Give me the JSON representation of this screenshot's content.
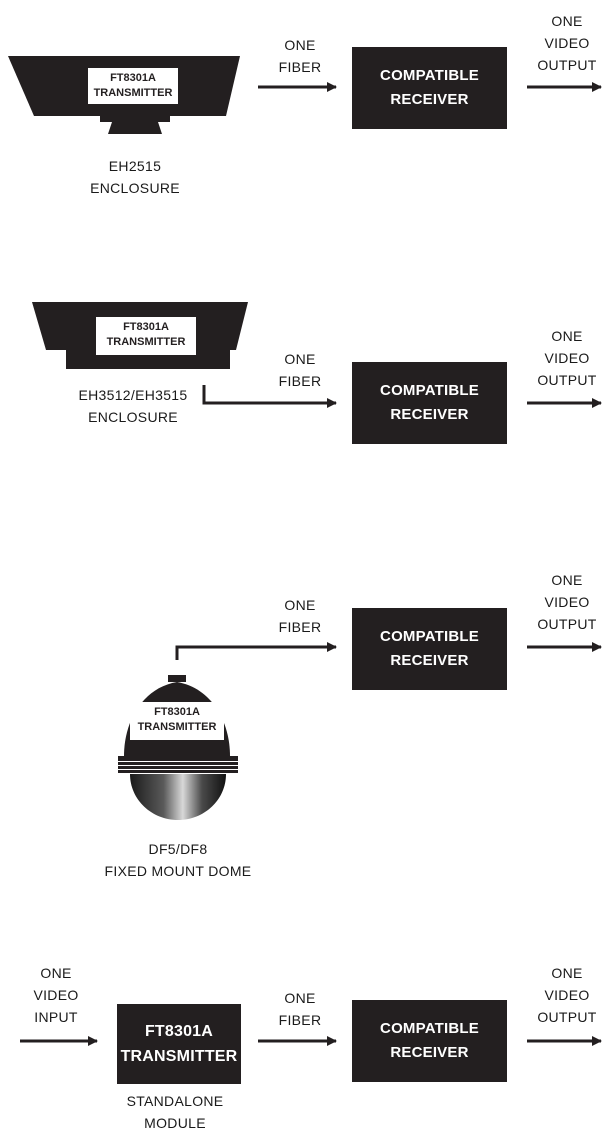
{
  "colors": {
    "ink": "#231f20",
    "paper": "#ffffff"
  },
  "rows": [
    {
      "equipment_line1": "EH2515",
      "equipment_line2": "ENCLOSURE",
      "transmitter_line1": "FT8301A",
      "transmitter_line2": "TRANSMITTER",
      "fiber_line1": "ONE",
      "fiber_line2": "FIBER",
      "receiver_line1": "COMPATIBLE",
      "receiver_line2": "RECEIVER",
      "output_line1": "ONE",
      "output_line2": "VIDEO",
      "output_line3": "OUTPUT"
    },
    {
      "equipment_line1": "EH3512/EH3515",
      "equipment_line2": "ENCLOSURE",
      "transmitter_line1": "FT8301A",
      "transmitter_line2": "TRANSMITTER",
      "fiber_line1": "ONE",
      "fiber_line2": "FIBER",
      "receiver_line1": "COMPATIBLE",
      "receiver_line2": "RECEIVER",
      "output_line1": "ONE",
      "output_line2": "VIDEO",
      "output_line3": "OUTPUT"
    },
    {
      "equipment_line1": "DF5/DF8",
      "equipment_line2": "FIXED MOUNT DOME",
      "transmitter_line1": "FT8301A",
      "transmitter_line2": "TRANSMITTER",
      "fiber_line1": "ONE",
      "fiber_line2": "FIBER",
      "receiver_line1": "COMPATIBLE",
      "receiver_line2": "RECEIVER",
      "output_line1": "ONE",
      "output_line2": "VIDEO",
      "output_line3": "OUTPUT"
    },
    {
      "input_line1": "ONE",
      "input_line2": "VIDEO",
      "input_line3": "INPUT",
      "equipment_line1": "STANDALONE",
      "equipment_line2": "MODULE",
      "transmitter_line1": "FT8301A",
      "transmitter_line2": "TRANSMITTER",
      "fiber_line1": "ONE",
      "fiber_line2": "FIBER",
      "receiver_line1": "COMPATIBLE",
      "receiver_line2": "RECEIVER",
      "output_line1": "ONE",
      "output_line2": "VIDEO",
      "output_line3": "OUTPUT"
    }
  ]
}
